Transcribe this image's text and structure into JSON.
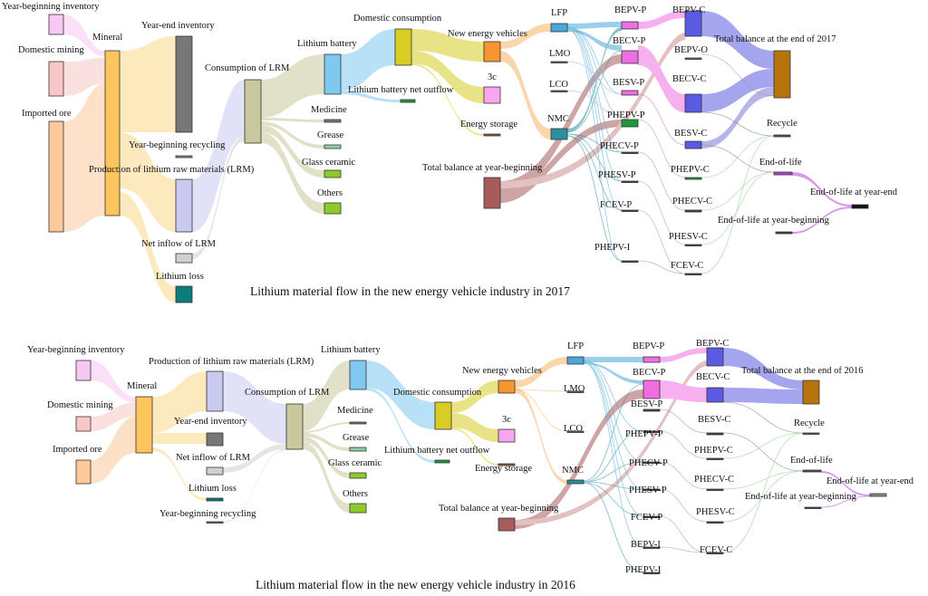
{
  "diagrams": [
    {
      "caption": "Lithium material flow in the new energy vehicle industry in 2017",
      "labels": {
        "year_beginning_inventory": "Year-beginning inventory",
        "domestic_mining": "Domestic mining",
        "imported_ore": "Imported ore",
        "mineral": "Mineral",
        "year_end_inventory": "Year-end inventory",
        "year_beginning_recycling": "Year-beginning recycling",
        "production_lrm": "Production of lithium raw materials (LRM)",
        "net_inflow_lrm": "Net inflow of LRM",
        "lithium_loss": "Lithium loss",
        "consumption_lrm": "Consumption of LRM",
        "lithium_battery": "Lithium battery",
        "lithium_battery_net_outflow": "Lithium battery net outflow",
        "medicine": "Medicine",
        "grease": "Grease",
        "glass_ceramic": "Glass ceramic",
        "others": "Others",
        "domestic_consumption": "Domestic consumption",
        "new_energy_vehicles": "New energy vehicles",
        "three_c": "3c",
        "energy_storage": "Energy storage",
        "total_balance_year_beginning": "Total balance at year-beginning",
        "lfp": "LFP",
        "lmo": "LMO",
        "lco": "LCO",
        "nmc": "NMC",
        "bepv_p": "BEPV-P",
        "becv_p": "BECV-P",
        "besv_p": "BESV-P",
        "phepv_p": "PHEPV-P",
        "phecv_p": "PHECV-P",
        "phesv_p": "PHESV-P",
        "fcev_p": "FCEV-P",
        "phepv_i": "PHEPV-I",
        "bepv_c": "BEPV-C",
        "bepv_o": "BEPV-O",
        "becv_c": "BECV-C",
        "besv_c": "BESV-C",
        "phepv_c": "PHEPV-C",
        "phecv_c": "PHECV-C",
        "phesv_c": "PHESV-C",
        "fcev_c": "FCEV-C",
        "total_balance_end": "Total balance at the end of 2017",
        "recycle": "Recycle",
        "end_of_life": "End-of-life",
        "end_of_life_year_end": "End-of-life at year-end",
        "end_of_life_year_beginning": "End-of-life at year-beginning"
      }
    },
    {
      "caption": "Lithium material flow in the new energy vehicle industry in 2016",
      "labels": {
        "year_beginning_inventory": "Year-beginning inventory",
        "domestic_mining": "Domestic mining",
        "imported_ore": "Imported ore",
        "mineral": "Mineral",
        "production_lrm": "Production of lithium raw materials (LRM)",
        "year_end_inventory": "Year-end inventory",
        "net_inflow_lrm": "Net inflow of LRM",
        "lithium_loss": "Lithium loss",
        "year_beginning_recycling": "Year-beginning recycling",
        "consumption_lrm": "Consumption of LRM",
        "lithium_battery": "Lithium battery",
        "medicine": "Medicine",
        "grease": "Grease",
        "glass_ceramic": "Glass ceramic",
        "others": "Others",
        "domestic_consumption": "Domestic consumption",
        "lithium_battery_net_outflow": "Lithium battery net outflow",
        "new_energy_vehicles": "New energy vehicles",
        "three_c": "3c",
        "energy_storage": "Energy storage",
        "total_balance_year_beginning": "Total balance at year-beginning",
        "lfp": "LFP",
        "lmo": "LMO",
        "lco": "LCO",
        "nmc": "NMC",
        "bepv_p": "BEPV-P",
        "becv_p": "BECV-P",
        "besv_p": "BESV-P",
        "phepv_p": "PHEPV-P",
        "phecv_p": "PHECV-P",
        "phesv_p": "PHESV-P",
        "fcev_p": "FCEV-P",
        "bepv_i": "BEPV-I",
        "phepv_i": "PHEPV-I",
        "bepv_c": "BEPV-C",
        "becv_c": "BECV-C",
        "besv_c": "BESV-C",
        "phepv_c": "PHEPV-C",
        "phecv_c": "PHECV-C",
        "phesv_c": "PHESV-C",
        "fcev_c": "FCEV-C",
        "total_balance_end": "Total balance at the end of 2016",
        "recycle": "Recycle",
        "end_of_life": "End-of-life",
        "end_of_life_year_end": "End-of-life at year-end",
        "end_of_life_year_beginning": "End-of-life at year-beginning"
      }
    }
  ],
  "colors": {
    "inventory_pink": "#f7c8f4",
    "mining_pink": "#f9c7c7",
    "ore_orange": "#fbc99b",
    "mineral_orange": "#fdc55e",
    "inventory_gray": "#777777",
    "lrm_lavender": "#c9c9f2",
    "loss_teal": "#0e7c7c",
    "consumption_olive": "#c9c79c",
    "battery_blue": "#7fc8f0",
    "domestic_olive": "#d7cd24",
    "nev_orange": "#f7952f",
    "three_c_pink": "#f9a6f0",
    "balance_brown": "#a75b5b",
    "lfp_blue": "#4aa8d8",
    "nmc_teal": "#2a8f9f",
    "bepv_magenta": "#ef6fe3",
    "becv_blue": "#5a5ae2",
    "end_brown": "#b8740c",
    "eol_purple": "#b844d8",
    "green_small": "#8ccc2a"
  }
}
